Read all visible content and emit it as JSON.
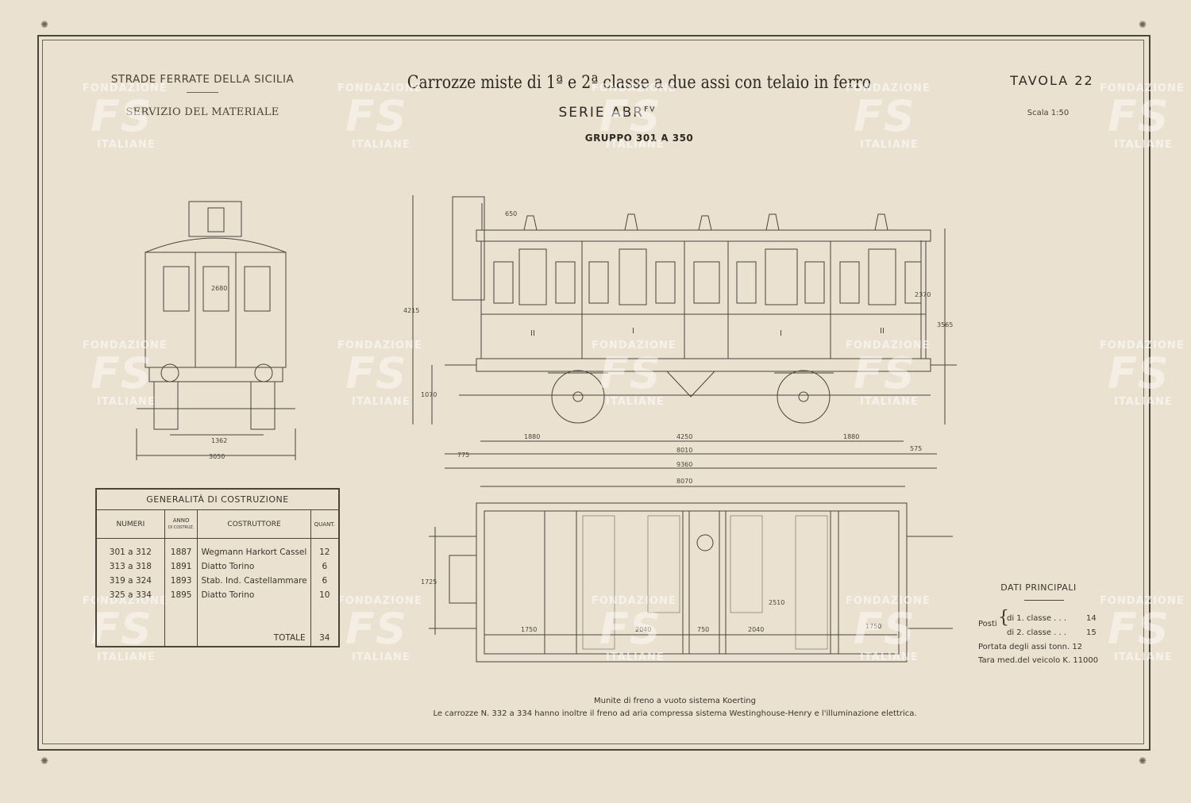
{
  "header": {
    "org_line1": "STRADE FERRATE DELLA SICILIA",
    "org_line2": "SERVIZIO DEL MATERIALE",
    "title": "Carrozze miste di 1ª e 2ª classe a due assi con telaio in ferro",
    "serie": "SERIE ABR",
    "serie_sup": "FV",
    "gruppo": "GRUPPO 301 A 350",
    "tavola": "TAVOLA 22",
    "scala": "Scala 1:50"
  },
  "watermark": {
    "top": "FONDAZIONE",
    "logo": "FS",
    "bottom": "ITALIANE"
  },
  "end_view": {
    "dims": {
      "inner_width": "2680",
      "axle_gauge": "1362",
      "overall_width": "3050"
    }
  },
  "side_view": {
    "dims": {
      "lantern": "650",
      "total_height": "4215",
      "body_height": "2370",
      "roof_height": "3565",
      "buffer_height": "1070",
      "overhang_left": "1880",
      "wheelbase": "4250",
      "overhang_right": "1880",
      "body_length": "8010",
      "left_end": "775",
      "right_end": "575",
      "over_buffers": "9360"
    },
    "class_labels": [
      "II",
      "I",
      "I",
      "II"
    ]
  },
  "plan_view": {
    "dims": {
      "frame_length": "8070",
      "frame_width": "1725",
      "comp_left": "1750",
      "comp_1": "2040",
      "middle": "750",
      "comp_2": "2040",
      "comp_right": "1750",
      "width_mark": "2510"
    }
  },
  "generalita": {
    "title": "GENERALITÀ DI COSTRUZIONE",
    "headers": [
      "NUMERI",
      "ANNO",
      "DI COSTRUZ.",
      "COSTRUTTORE",
      "QUANT."
    ],
    "rows": [
      {
        "numeri": "301 a 312",
        "anno": "1887",
        "costruttore": "Wegmann Harkort Cassel",
        "quant": "12"
      },
      {
        "numeri": "313 a 318",
        "anno": "1891",
        "costruttore": "Diatto Torino",
        "quant": "6"
      },
      {
        "numeri": "319 a 324",
        "anno": "1893",
        "costruttore": "Stab. Ind. Castellammare",
        "quant": "6"
      },
      {
        "numeri": "325 a 334",
        "anno": "1895",
        "costruttore": "Diatto Torino",
        "quant": "10"
      }
    ],
    "totale_label": "TOTALE",
    "totale_value": "34"
  },
  "dati_principali": {
    "title": "DATI PRINCIPALI",
    "posti_label": "Posti",
    "row1_label": "di 1. classe . . .",
    "row1_value": "14",
    "row2_label": "di 2. classe . . .",
    "row2_value": "15",
    "portata": "Portata degli assi  tonn. 12",
    "tara": "Tara med.del veicolo K. 11000"
  },
  "notes": {
    "line1": "Munite di freno a vuoto sistema Koerting",
    "line2": "Le carrozze N. 332 a 334 hanno inoltre il freno ad aria compressa sistema Westinghouse-Henry e l'illuminazione elettrica."
  }
}
